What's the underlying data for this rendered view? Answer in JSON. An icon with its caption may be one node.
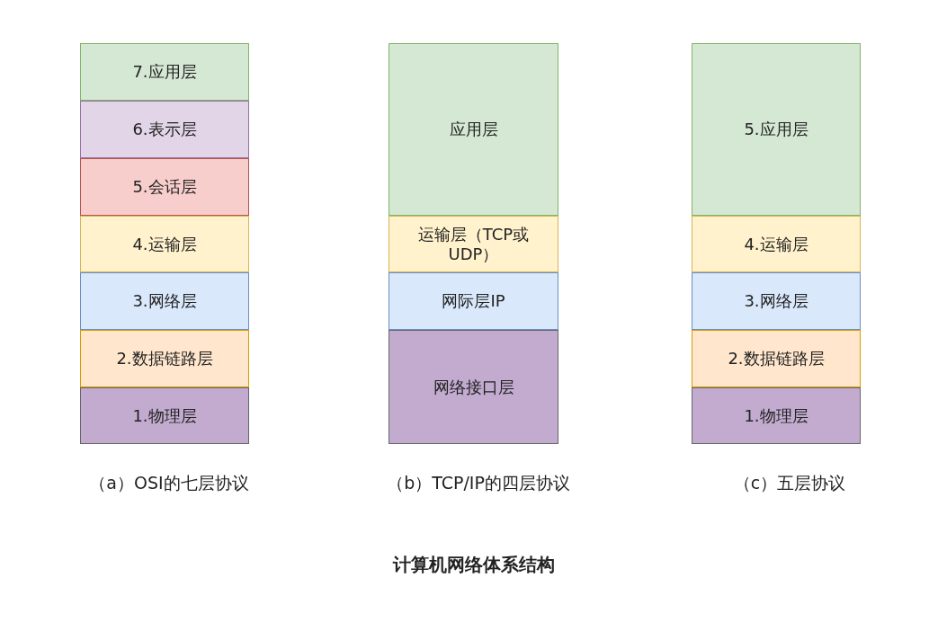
{
  "diagram": {
    "caption": "计算机网络体系结构",
    "nodes": [
      {
        "text": [
          "7.应用层"
        ]
      },
      {
        "text": [
          "6.表示层"
        ]
      },
      {
        "text": [
          "5.会话层"
        ]
      },
      {
        "text": [
          "4.运输层"
        ]
      },
      {
        "text": [
          "3.网络层"
        ]
      },
      {
        "text": [
          "2.数据链路层"
        ]
      },
      {
        "text": [
          "1.物理层"
        ]
      },
      {
        "text": [
          "应用层"
        ]
      },
      {
        "text": [
          "运输层（TCP或UDP）"
        ]
      },
      {
        "text": [
          "网际层IP"
        ]
      },
      {
        "text": [
          "网络接口层"
        ]
      },
      {
        "text": [
          "5.应用层"
        ]
      },
      {
        "text": [
          "4.运输层"
        ]
      },
      {
        "text": [
          "3.网络层"
        ]
      },
      {
        "text": [
          "2.数据链路层"
        ]
      },
      {
        "text": [
          "1.物理层"
        ]
      }
    ],
    "labels": [
      "（a）OSI的七层协议",
      "（b）TCP/IP的四层协议",
      "（c）五层协议"
    ]
  }
}
